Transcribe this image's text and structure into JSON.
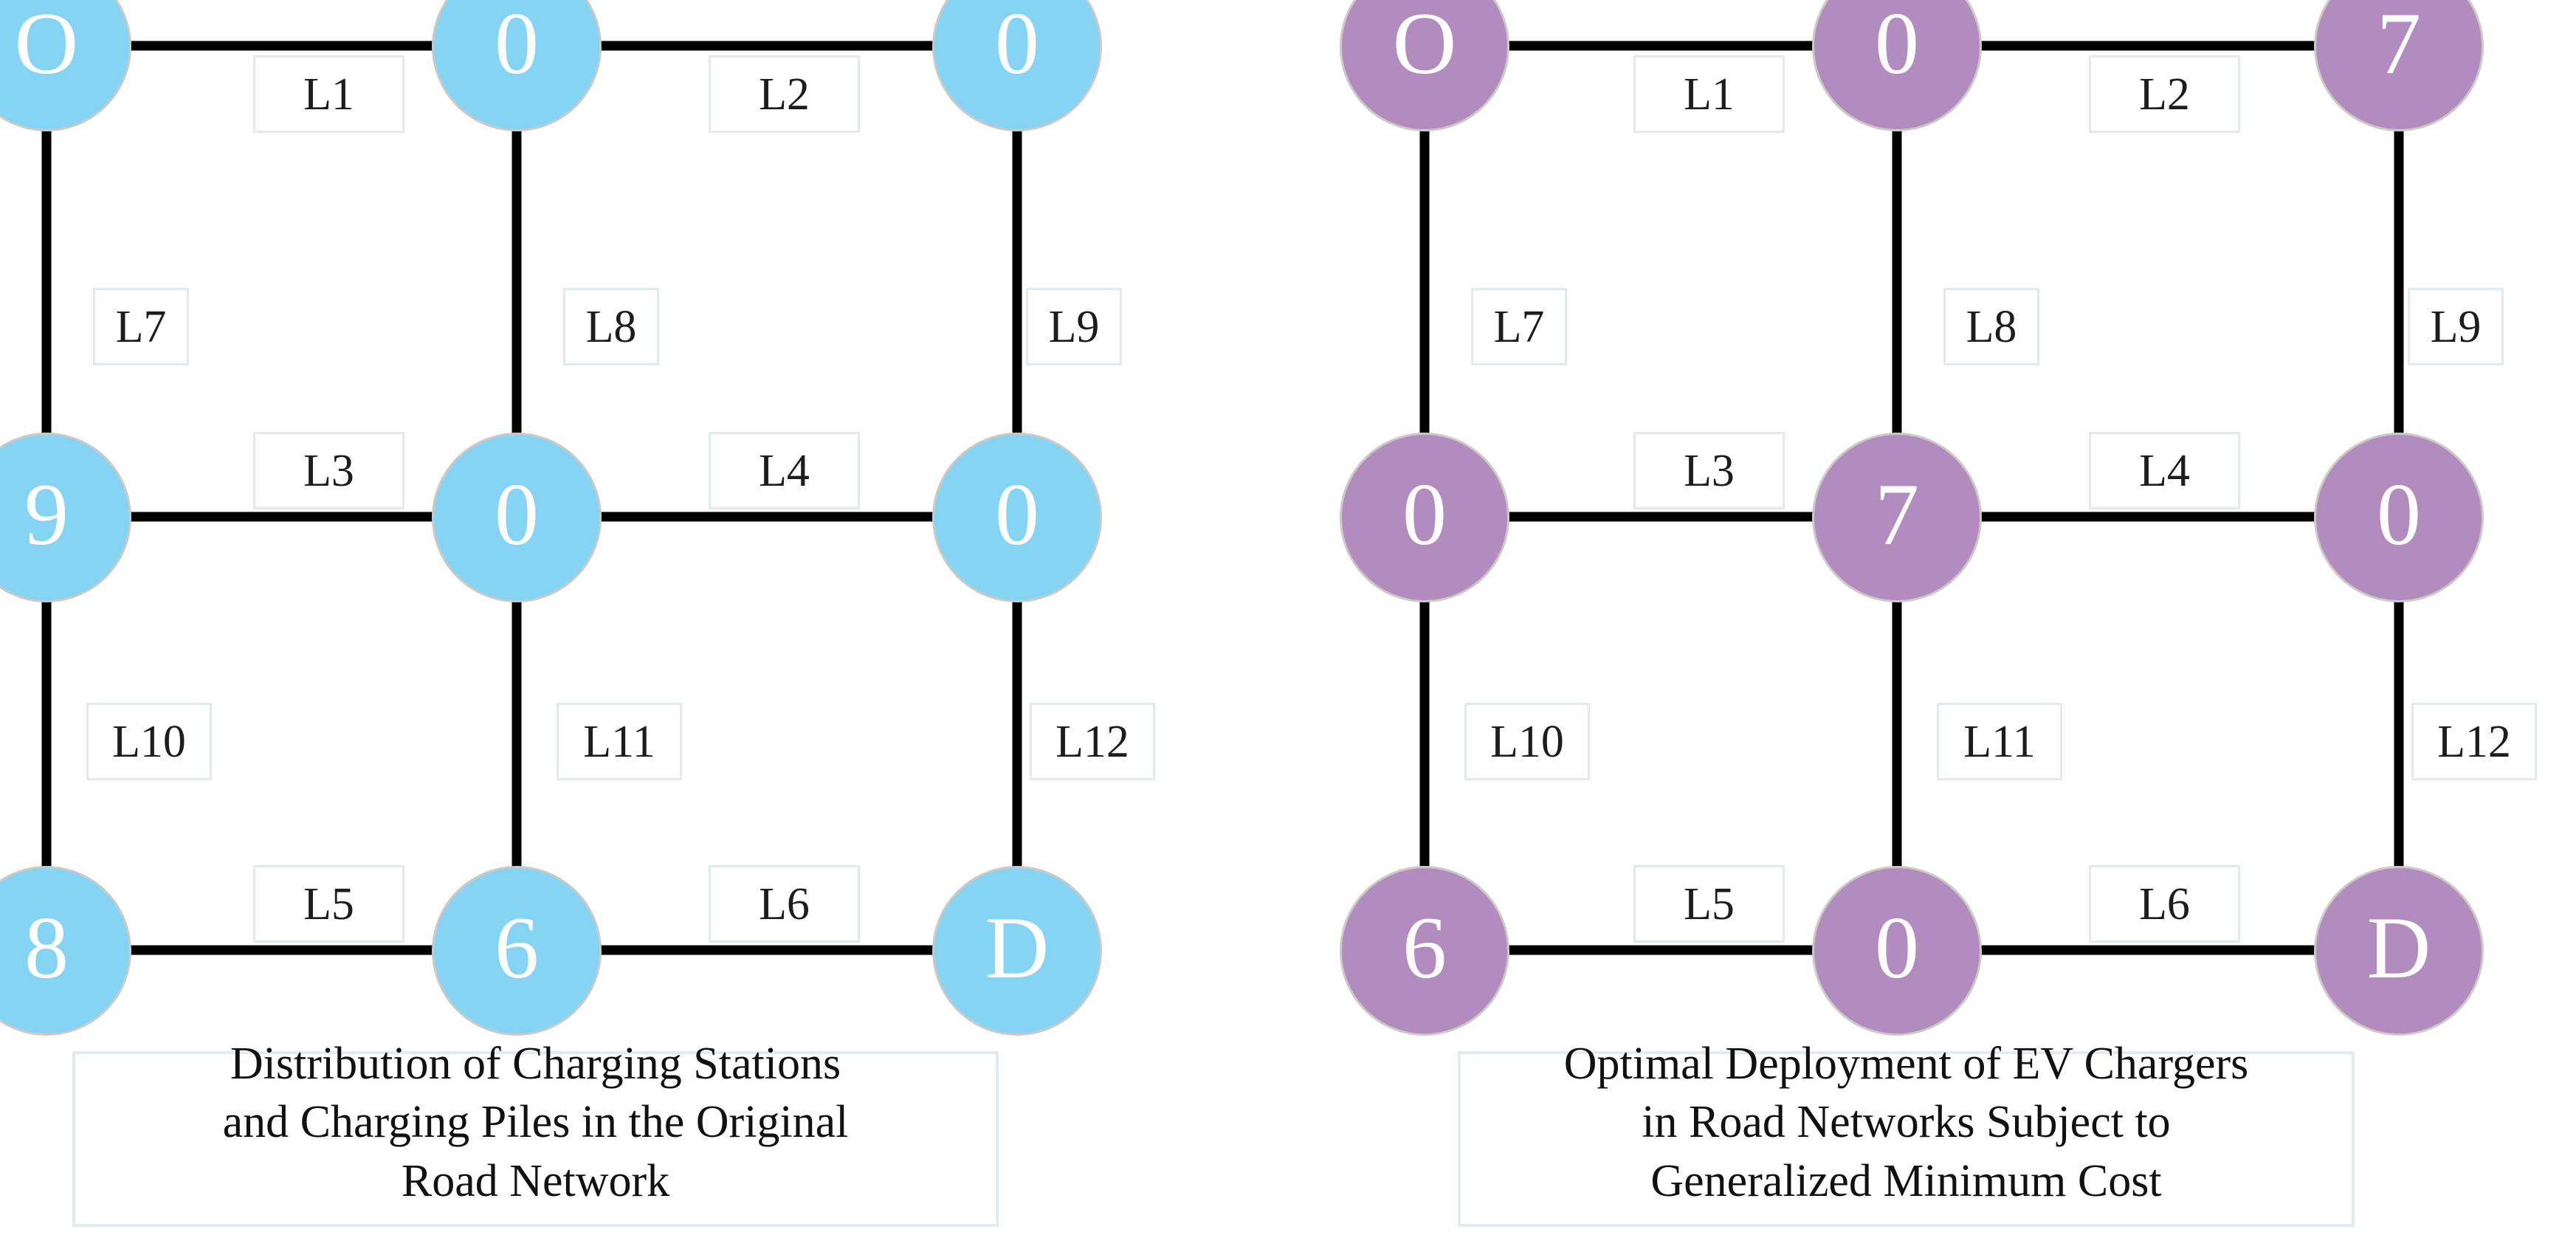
{
  "figure": {
    "type": "diagram",
    "description": "Two side-by-side 3x3 grid road network diagrams comparing charging station distribution",
    "node_count_per_panel": 9,
    "edge_count_per_panel": 12
  },
  "panels": [
    {
      "id": "original-network",
      "node_color": "#85d4f3",
      "node_border_color": "#cdc9c5",
      "caption": "Distribution of Charging Stations and Charging Piles in the Original Road Network",
      "caption_lines": [
        "Distribution of Charging Stations",
        "and Charging Piles in the Original",
        "Road Network"
      ],
      "nodes": [
        {
          "id": "n1",
          "label": "O",
          "row": 0,
          "col": 0
        },
        {
          "id": "n2",
          "label": "0",
          "row": 0,
          "col": 1
        },
        {
          "id": "n3",
          "label": "0",
          "row": 0,
          "col": 2
        },
        {
          "id": "n4",
          "label": "9",
          "row": 1,
          "col": 0
        },
        {
          "id": "n5",
          "label": "0",
          "row": 1,
          "col": 1
        },
        {
          "id": "n6",
          "label": "0",
          "row": 1,
          "col": 2
        },
        {
          "id": "n7",
          "label": "8",
          "row": 2,
          "col": 0
        },
        {
          "id": "n8",
          "label": "6",
          "row": 2,
          "col": 1
        },
        {
          "id": "n9",
          "label": "D",
          "row": 2,
          "col": 2
        }
      ],
      "edges": [
        {
          "id": "e1",
          "label": "L1",
          "from": "n1",
          "to": "n2",
          "orientation": "horizontal"
        },
        {
          "id": "e2",
          "label": "L2",
          "from": "n2",
          "to": "n3",
          "orientation": "horizontal"
        },
        {
          "id": "e3",
          "label": "L3",
          "from": "n4",
          "to": "n5",
          "orientation": "horizontal"
        },
        {
          "id": "e4",
          "label": "L4",
          "from": "n5",
          "to": "n6",
          "orientation": "horizontal"
        },
        {
          "id": "e5",
          "label": "L5",
          "from": "n7",
          "to": "n8",
          "orientation": "horizontal"
        },
        {
          "id": "e6",
          "label": "L6",
          "from": "n8",
          "to": "n9",
          "orientation": "horizontal"
        },
        {
          "id": "e7",
          "label": "L7",
          "from": "n1",
          "to": "n4",
          "orientation": "vertical"
        },
        {
          "id": "e8",
          "label": "L8",
          "from": "n2",
          "to": "n5",
          "orientation": "vertical"
        },
        {
          "id": "e9",
          "label": "L9",
          "from": "n3",
          "to": "n6",
          "orientation": "vertical"
        },
        {
          "id": "e10",
          "label": "L10",
          "from": "n4",
          "to": "n7",
          "orientation": "vertical"
        },
        {
          "id": "e11",
          "label": "L11",
          "from": "n5",
          "to": "n8",
          "orientation": "vertical"
        },
        {
          "id": "e12",
          "label": "L12",
          "from": "n6",
          "to": "n9",
          "orientation": "vertical"
        }
      ]
    },
    {
      "id": "optimal-deployment",
      "node_color": "#b28cbe",
      "node_border_color": "#cdc9c5",
      "caption": "Optimal Deployment of EV Chargers in Road Networks Subject to Generalized Minimum Cost",
      "caption_lines": [
        "Optimal Deployment of EV Chargers",
        "in Road Networks Subject to",
        "Generalized Minimum Cost"
      ],
      "nodes": [
        {
          "id": "m1",
          "label": "O",
          "row": 0,
          "col": 0
        },
        {
          "id": "m2",
          "label": "0",
          "row": 0,
          "col": 1
        },
        {
          "id": "m3",
          "label": "7",
          "row": 0,
          "col": 2
        },
        {
          "id": "m4",
          "label": "0",
          "row": 1,
          "col": 0
        },
        {
          "id": "m5",
          "label": "7",
          "row": 1,
          "col": 1
        },
        {
          "id": "m6",
          "label": "0",
          "row": 1,
          "col": 2
        },
        {
          "id": "m7",
          "label": "6",
          "row": 2,
          "col": 0
        },
        {
          "id": "m8",
          "label": "0",
          "row": 2,
          "col": 1
        },
        {
          "id": "m9",
          "label": "D",
          "row": 2,
          "col": 2
        }
      ],
      "edges": [
        {
          "id": "f1",
          "label": "L1",
          "from": "m1",
          "to": "m2",
          "orientation": "horizontal"
        },
        {
          "id": "f2",
          "label": "L2",
          "from": "m2",
          "to": "m3",
          "orientation": "horizontal"
        },
        {
          "id": "f3",
          "label": "L3",
          "from": "m4",
          "to": "m5",
          "orientation": "horizontal"
        },
        {
          "id": "f4",
          "label": "L4",
          "from": "m5",
          "to": "m6",
          "orientation": "horizontal"
        },
        {
          "id": "f5",
          "label": "L5",
          "from": "m7",
          "to": "m8",
          "orientation": "horizontal"
        },
        {
          "id": "f6",
          "label": "L6",
          "from": "m8",
          "to": "m9",
          "orientation": "horizontal"
        },
        {
          "id": "f7",
          "label": "L7",
          "from": "m1",
          "to": "m4",
          "orientation": "vertical"
        },
        {
          "id": "f8",
          "label": "L8",
          "from": "m2",
          "to": "m5",
          "orientation": "vertical"
        },
        {
          "id": "f9",
          "label": "L9",
          "from": "m3",
          "to": "m6",
          "orientation": "vertical"
        },
        {
          "id": "f10",
          "label": "L10",
          "from": "m4",
          "to": "m7",
          "orientation": "vertical"
        },
        {
          "id": "f11",
          "label": "L11",
          "from": "m5",
          "to": "m8",
          "orientation": "vertical"
        },
        {
          "id": "f12",
          "label": "L12",
          "from": "m6",
          "to": "m9",
          "orientation": "vertical"
        }
      ]
    }
  ],
  "style": {
    "edge_color": "#000000",
    "label_box_border": "#e3e9ed",
    "label_box_fill": "#ffffff",
    "background": "#ffffff"
  }
}
